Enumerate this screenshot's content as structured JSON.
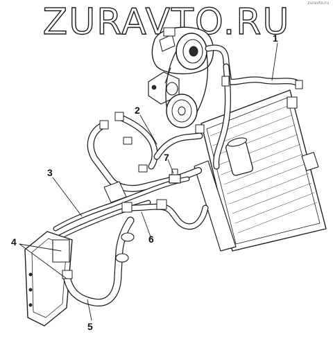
{
  "watermark": "ZURAVTO.RU",
  "mini_mark": "zuravto.ru",
  "callouts": [
    {
      "id": "c1",
      "text": "1"
    },
    {
      "id": "c2",
      "text": "2"
    },
    {
      "id": "c3",
      "text": "3"
    },
    {
      "id": "c4",
      "text": "4"
    },
    {
      "id": "c5",
      "text": "5"
    },
    {
      "id": "c6",
      "text": "6"
    },
    {
      "id": "c7",
      "text": "7"
    }
  ]
}
